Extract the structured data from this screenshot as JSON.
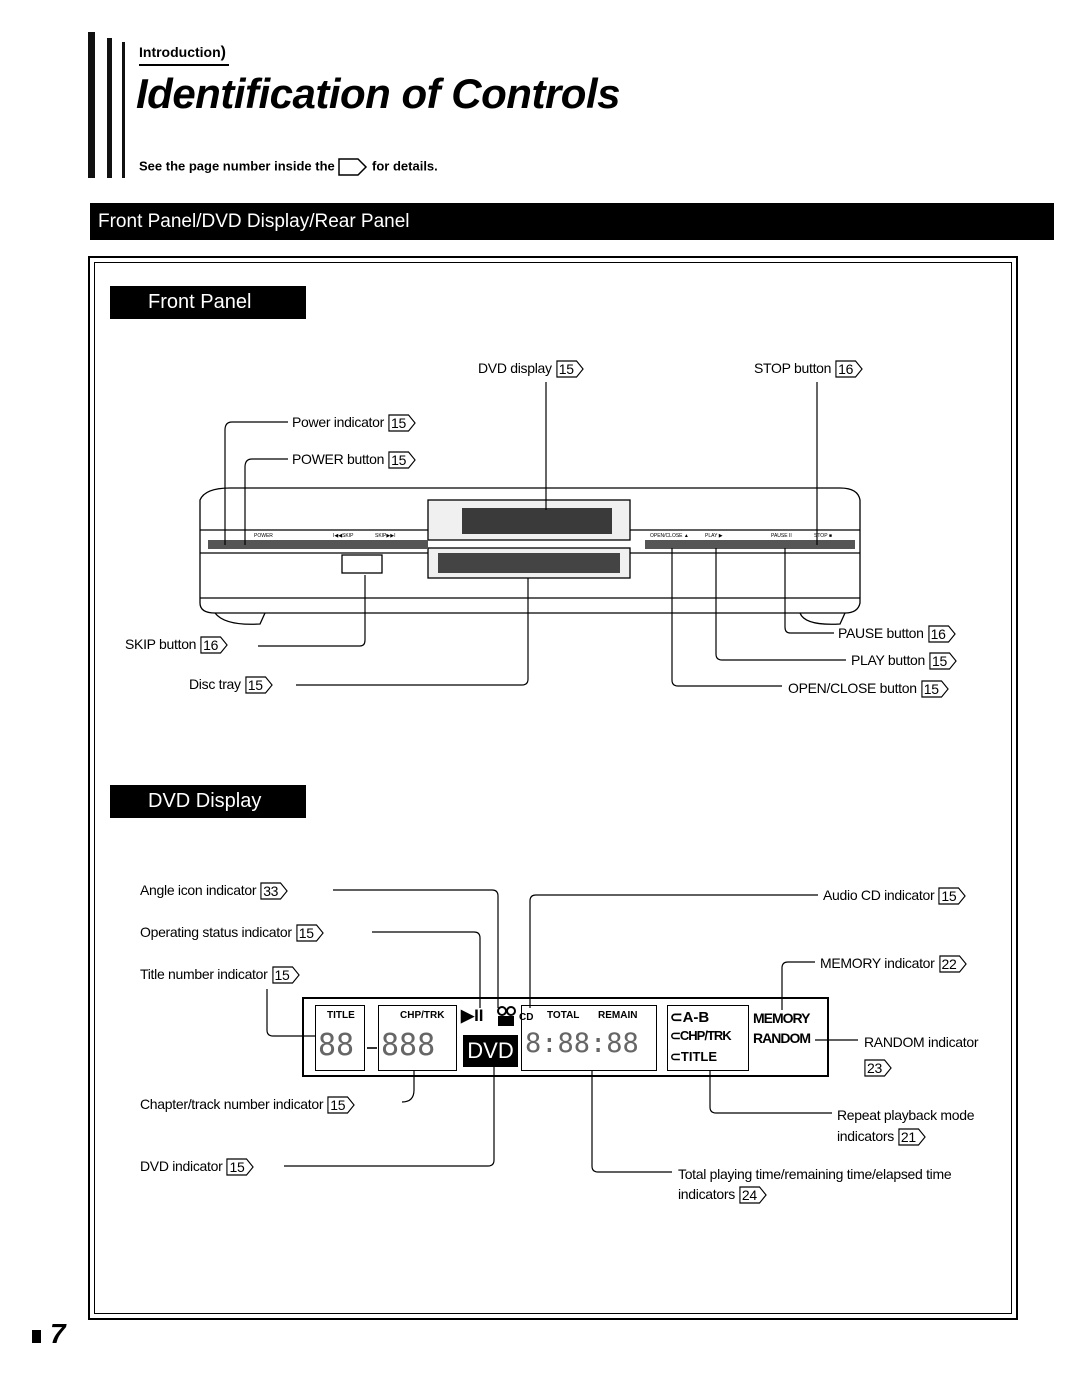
{
  "header": {
    "section": "Introduction",
    "title": "Identification of Controls",
    "subtitle_before": "See the page number inside the",
    "subtitle_after": "for details."
  },
  "banner": "Front Panel/DVD Display/Rear Panel",
  "front_panel": {
    "heading": "Front Panel",
    "labels": {
      "dvd_display": {
        "text": "DVD display",
        "page": "15"
      },
      "stop_button": {
        "text": "STOP button",
        "page": "16"
      },
      "power_indicator": {
        "text": "Power indicator",
        "page": "15"
      },
      "power_button": {
        "text": "POWER button",
        "page": "15"
      },
      "skip_button": {
        "text": "SKIP button",
        "page": "16"
      },
      "disc_tray": {
        "text": "Disc tray",
        "page": "15"
      },
      "pause_button": {
        "text": "PAUSE button",
        "page": "16"
      },
      "play_button": {
        "text": "PLAY button",
        "page": "15"
      },
      "open_close_button": {
        "text": "OPEN/CLOSE button",
        "page": "15"
      }
    },
    "device_markings": {
      "power": "POWER",
      "skip_back": "I◀◀SKIP",
      "skip_fwd": "SKIP▶▶I",
      "open_close": "OPEN/CLOSE ▲",
      "play": "PLAY ▶",
      "pause": "PAUSE II",
      "stop": "STOP ■"
    }
  },
  "dvd_display": {
    "heading": "DVD Display",
    "labels": {
      "angle_icon": {
        "text": "Angle icon indicator",
        "page": "33"
      },
      "operating_status": {
        "text": "Operating status indicator",
        "page": "15"
      },
      "title_number": {
        "text": "Title number indicator",
        "page": "15"
      },
      "chapter_track": {
        "text": "Chapter/track number indicator",
        "page": "15"
      },
      "dvd_indicator": {
        "text": "DVD indicator",
        "page": "15"
      },
      "audio_cd": {
        "text": "Audio CD indicator",
        "page": "15"
      },
      "memory": {
        "text": "MEMORY indicator",
        "page": "22"
      },
      "random": {
        "text": "RANDOM indicator",
        "page": "23"
      },
      "repeat_line1": "Repeat playback mode",
      "repeat_line2": "indicators",
      "repeat_page": "21",
      "total_line1": "Total playing time/remaining time/elapsed time",
      "total_line2": "indicators",
      "total_page": "24"
    },
    "panel": {
      "title": "TITLE",
      "chp_trk": "CHP/TRK",
      "cd": "CD",
      "total": "TOTAL",
      "remain": "REMAIN",
      "a_b": "⊂A-B",
      "rep_chp": "⊂CHP/TRK",
      "rep_title": "⊂TITLE",
      "memory": "MEMORY",
      "random": "RANDOM",
      "dvd": "DVD",
      "play_pause": "▶II",
      "title_digits": "88",
      "chp_digits": "888",
      "time_digits": "8:88:88"
    }
  },
  "page_number": "7"
}
